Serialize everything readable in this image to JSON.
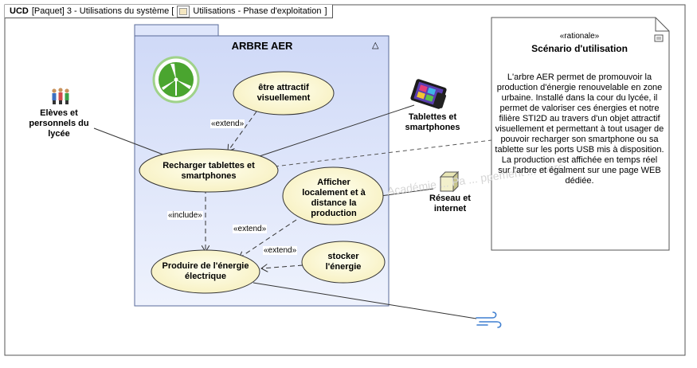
{
  "frame": {
    "kind": "UCD",
    "path": "[Paquet] 3 - Utilisations du système [",
    "diagram_name": "Utilisations - Phase d'exploitation",
    "close": "]"
  },
  "package": {
    "title": "ARBRE AER",
    "collapse_glyph": "△"
  },
  "use_cases": {
    "attractif": "être attractif visuellement",
    "recharger": "Recharger tablettes et smartphones",
    "afficher": "Afficher localement et à distance la production",
    "produire": "Produire de l'énergie électrique",
    "stocker": "stocker l'énergie"
  },
  "actors": {
    "eleves": "Elèves et personnels du lycée",
    "tablettes": "Tablettes et smartphones",
    "reseau": "Réseau et internet"
  },
  "relations": {
    "extend_1": "«extend»",
    "include": "«include»",
    "extend_2": "«extend»",
    "extend_3": "«extend»"
  },
  "note": {
    "stereotype": "«rationale»",
    "title": "Scénario d'utilisation",
    "body": "L'arbre AER permet de promouvoir la production d'énergie renouvelable en zone urbaine. Installé dans la cour du lycée, il permet de valoriser ces énergies et notre filière STI2D au travers d'un objet attractif visuellement et permettant à tout usager de pouvoir recharger son smartphone ou sa tablette sur les ports USB mis à disposition. La production est affichée en temps réel sur l'arbre et égalment sur une page WEB dédiée."
  },
  "watermark": "Académie ... Pa ... ppement ... merc",
  "icons": {
    "tab": "diagram-icon",
    "package": "wind-turbine-icon",
    "eleves": "people-icon",
    "tablettes": "tablet-icon",
    "reseau": "node-cube-icon",
    "wind": "wind-icon",
    "note": "note-icon"
  },
  "colors": {
    "package_fill": "#dfe6fb",
    "usecase_fill": "#fffbd9",
    "turbine": "#4aa52f"
  }
}
